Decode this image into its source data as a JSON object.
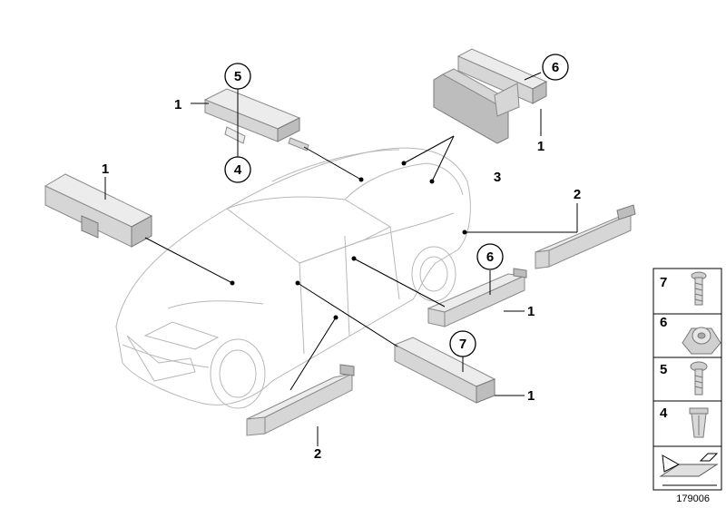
{
  "diagram_number": "179006",
  "callouts": {
    "c1a": "1",
    "c1b": "1",
    "c1c": "1",
    "c1d": "1",
    "c1e": "1",
    "c2a": "2",
    "c2b": "2",
    "c3": "3",
    "c4": "4",
    "c5": "5",
    "c6a": "6",
    "c6b": "6",
    "c7": "7"
  },
  "legend": {
    "items": [
      {
        "number": "7",
        "part": "screw"
      },
      {
        "number": "6",
        "part": "nut"
      },
      {
        "number": "5",
        "part": "screw"
      },
      {
        "number": "4",
        "part": "clip-nut"
      }
    ]
  }
}
